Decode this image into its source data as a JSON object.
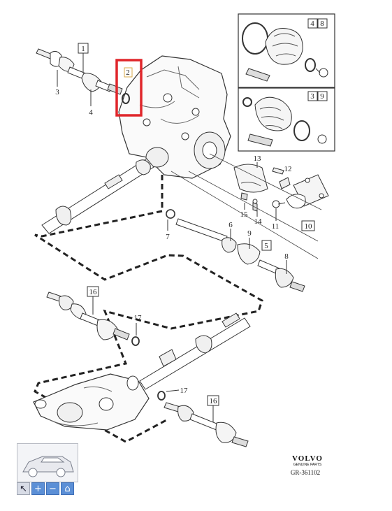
{
  "diagram": {
    "callouts": {
      "c1": "1",
      "c2": "2",
      "c3": "3",
      "c4": "4",
      "c6": "6",
      "c7": "7",
      "c8": "8",
      "c9": "9",
      "c11": "11",
      "c12": "12",
      "c13": "13",
      "c14": "14",
      "c15": "15",
      "c17a": "17",
      "c17b": "17"
    },
    "boxed_labels": {
      "b1": "1",
      "b5": "5",
      "b10": "10",
      "b16a": "16",
      "b16b": "16",
      "kit1_a": "4",
      "kit1_b": "8",
      "kit2_a": "3",
      "kit2_b": "9"
    },
    "highlight_color": "#e0262b",
    "highlight_label": "2"
  },
  "brand": {
    "name": "VOLVO",
    "tagline": "GENUINE PARTS",
    "reference": "GR-361102"
  },
  "toolbar": {
    "select_glyph": "↖",
    "zoom_in_glyph": "+",
    "zoom_out_glyph": "−",
    "home_glyph": "⌂"
  }
}
